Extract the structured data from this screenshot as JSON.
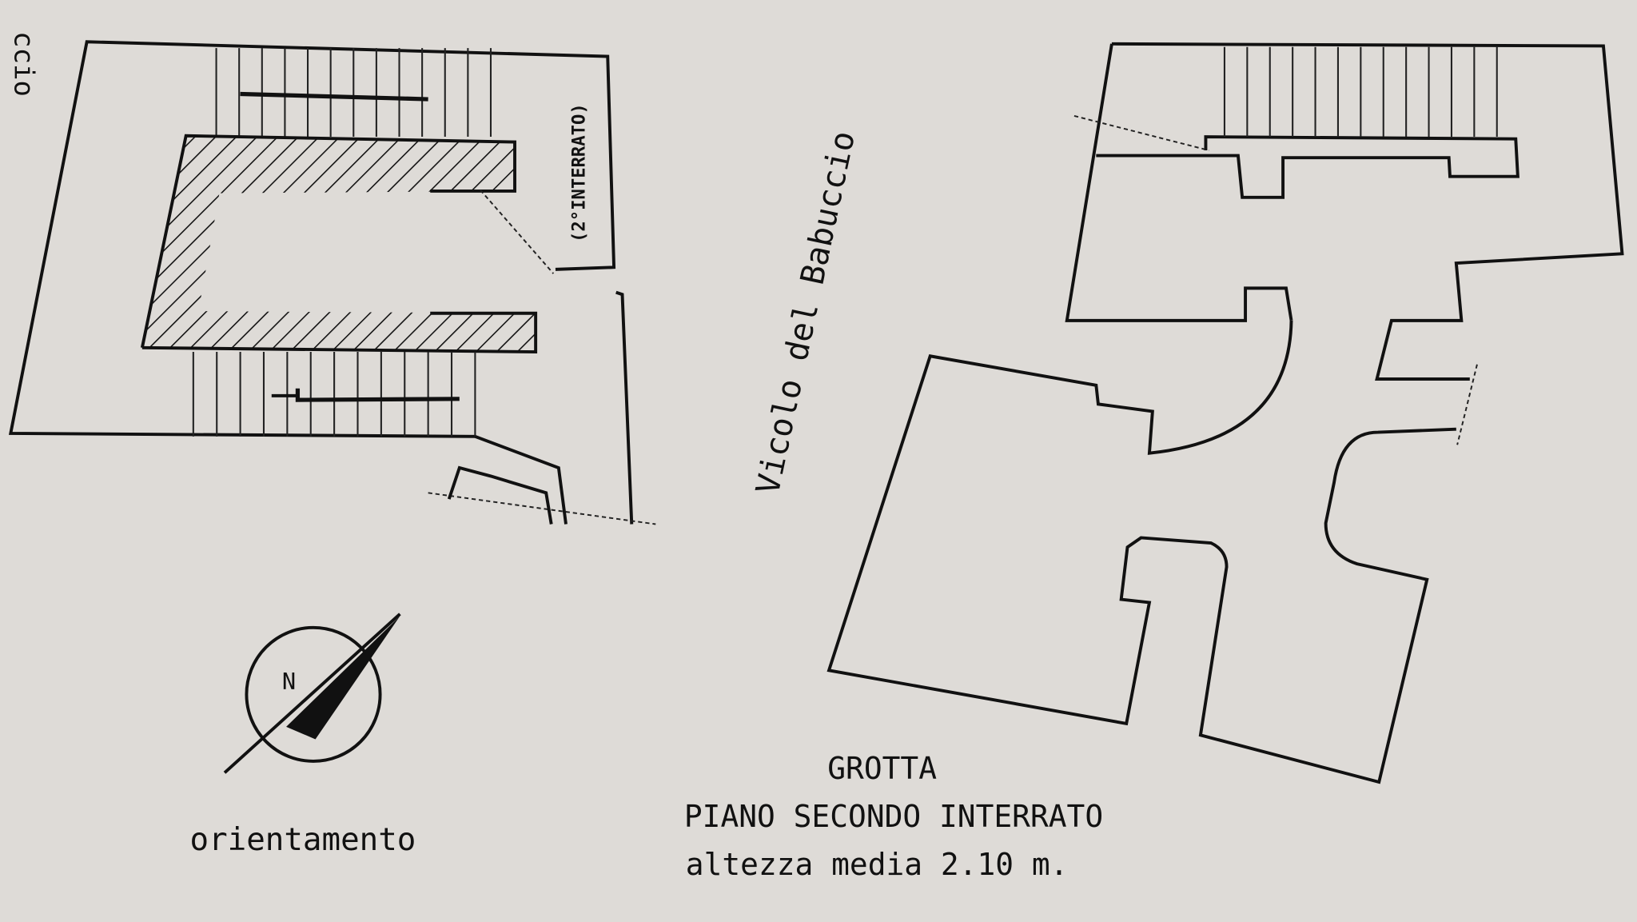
{
  "plan": {
    "street_label": "Vicolo del Babuccio",
    "street_label_partial": "ccio",
    "floor_tag": "(2°INTERRATO)",
    "title": "GROTTA",
    "subtitle": "PIANO SECONDO INTERRATO",
    "height_note": "altezza media 2.10 m."
  },
  "compass": {
    "north_letter": "N",
    "caption": "orientamento"
  },
  "colors": {
    "paper": "#dedbd7",
    "ink": "#111111"
  }
}
